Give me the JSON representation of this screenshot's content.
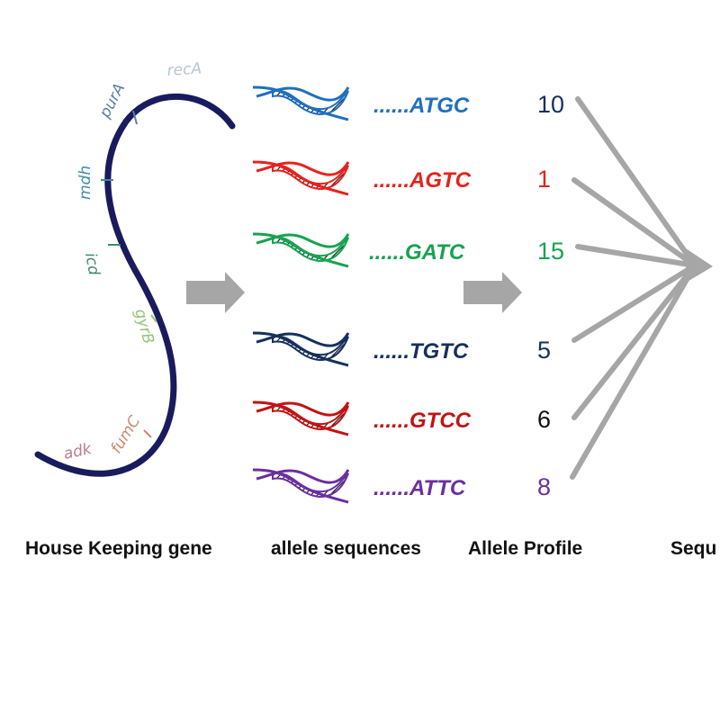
{
  "genes": [
    {
      "name": "purA",
      "color": "#5b7fa8"
    },
    {
      "name": "mdh",
      "color": "#3d8aa6"
    },
    {
      "name": "icd",
      "color": "#3c8a6e"
    },
    {
      "name": "gyrB",
      "color": "#93c474"
    },
    {
      "name": "fumC",
      "color": "#c98a6a"
    },
    {
      "name": "adk",
      "color": "#c07a8a"
    },
    {
      "name": "recA",
      "color": "#b8c4d0"
    }
  ],
  "alleles": [
    {
      "sequence": "......ATGC",
      "color": "#1f6fbf",
      "number": "10",
      "number_color": "#16305e"
    },
    {
      "sequence": "......AGTC",
      "color": "#e8211c",
      "number": "1",
      "number_color": "#e8211c"
    },
    {
      "sequence": "......GATC",
      "color": "#16a34f",
      "number": "15",
      "number_color": "#16a34f"
    },
    {
      "sequence": "......TGTC",
      "color": "#16305e",
      "number": "5",
      "number_color": "#16305e"
    },
    {
      "sequence": "......GTCC",
      "color": "#c41212",
      "number": "6",
      "number_color": "#111111"
    },
    {
      "sequence": "......ATTC",
      "color": "#6a2fa0",
      "number": "8",
      "number_color": "#6a2fa0"
    }
  ],
  "captions": {
    "gene": "House Keeping gene",
    "alleles": "allele sequences",
    "profile": "Allele Profile",
    "sequence_type": "Sequ"
  },
  "colors": {
    "chromosome": "#1a1a5e",
    "arrow": "#a6a6a6"
  }
}
